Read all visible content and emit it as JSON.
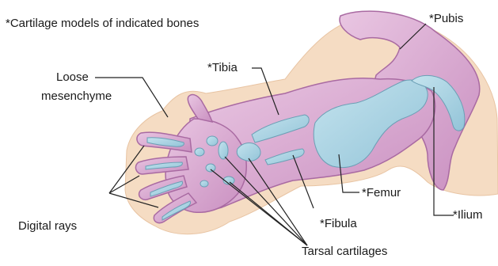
{
  "header": {
    "note": "*Cartilage models of indicated bones"
  },
  "labels": {
    "pubis": "*Pubis",
    "tibia": "*Tibia",
    "loose_mesenchyme_line1": "Loose",
    "loose_mesenchyme_line2": "mesenchyme",
    "femur": "*Femur",
    "fibula": "*Fibula",
    "ilium": "*Ilium",
    "digital_rays": "Digital rays",
    "tarsal_cartilages": "Tarsal cartilages"
  },
  "colors": {
    "mesenchyme_fill": "#f5dcc3",
    "limb_pink": "#d8a3cf",
    "limb_pink_light": "#e7c3e0",
    "limb_outline": "#a96aa2",
    "cartilage_blue": "#a8d3e3",
    "cartilage_outline": "#6b9fb5",
    "leader_line": "#222222"
  }
}
